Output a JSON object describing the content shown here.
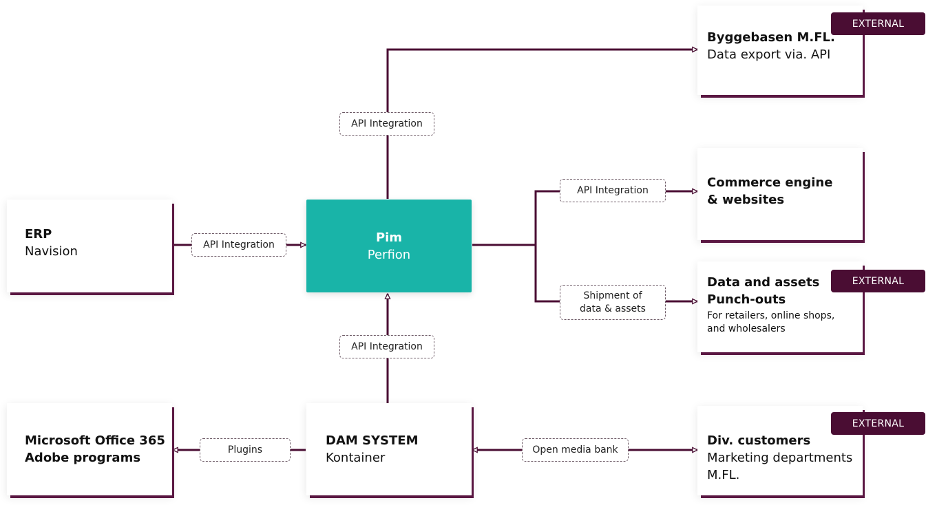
{
  "nodes": {
    "erp": {
      "title": "ERP",
      "subtitle": "Navision"
    },
    "pim": {
      "title": "Pim",
      "subtitle": "Perfion"
    },
    "byggebasen": {
      "title": "Byggebasen M.FL.",
      "subtitle": "Data export via. API",
      "badge": "EXTERNAL"
    },
    "commerce": {
      "title_line1": "Commerce engine",
      "title_line2": "& websites"
    },
    "data_assets": {
      "title_line1": "Data and assets",
      "title_line2": "Punch-outs",
      "note_line1": "For retailers, online shops,",
      "note_line2": "and wholesalers",
      "badge": "EXTERNAL"
    },
    "office": {
      "title_line1": "Microsoft Office 365",
      "title_line2": "Adobe programs"
    },
    "dam": {
      "title": "DAM SYSTEM",
      "subtitle": "Kontainer"
    },
    "customers": {
      "title": "Div. customers",
      "subtitle_line1": "Marketing departments",
      "subtitle_line2": "M.FL.",
      "badge": "EXTERNAL"
    }
  },
  "edges": {
    "erp_pim": "API Integration",
    "pim_byggebasen": "API Integration",
    "pim_commerce": "API Integration",
    "pim_shipment_line1": "Shipment of",
    "pim_shipment_line2": "data & assets",
    "dam_pim": "API Integration",
    "dam_office": "Plugins",
    "dam_customers": "Open media bank"
  },
  "colors": {
    "wire": "#4a0d33",
    "pim": "#19b4a8",
    "badge": "#4a0d33"
  }
}
